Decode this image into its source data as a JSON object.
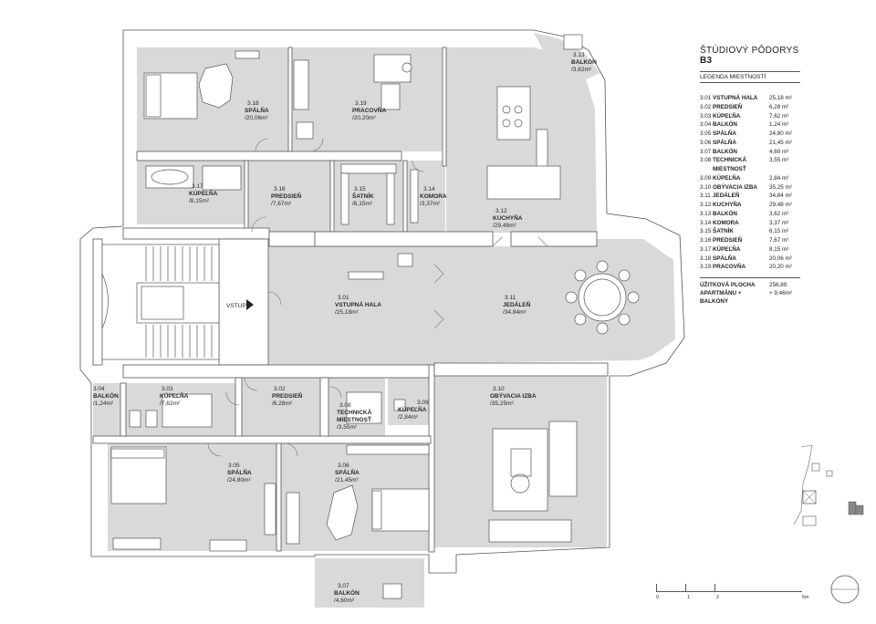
{
  "legend": {
    "title_prefix": "ŠTÚDIOVÝ PÔDORYS",
    "title_code": "B3",
    "subtitle": "LEGENDA MIESTNOSTÍ",
    "rows": [
      {
        "num": "3.01",
        "name": "VSTUPNÁ HALA",
        "area": "25,18 m²"
      },
      {
        "num": "3.02",
        "name": "PREDSIEŇ",
        "area": "6,28 m²"
      },
      {
        "num": "3.03",
        "name": "KÚPEĽŇA",
        "area": "7,62 m²"
      },
      {
        "num": "3.04",
        "name": "BALKÓN",
        "area": "1,24 m²"
      },
      {
        "num": "3.05",
        "name": "SPÁLŇA",
        "area": "24,80 m²"
      },
      {
        "num": "3.06",
        "name": "SPÁLŇA",
        "area": "21,45 m²"
      },
      {
        "num": "3.07",
        "name": "BALKÓN",
        "area": "4,60 m²"
      },
      {
        "num": "3.08",
        "name": "TECHNICKÁ MIESTNOSŤ",
        "area": "3,55 m²"
      },
      {
        "num": "3.09",
        "name": "KÚPEĽŇA",
        "area": "2,84 m²"
      },
      {
        "num": "3.10",
        "name": "OBÝVACIA IZBA",
        "area": "35,25 m²"
      },
      {
        "num": "3.11",
        "name": "JEDÁLEŇ",
        "area": "34,84 m²"
      },
      {
        "num": "3.12",
        "name": "KUCHYŇA",
        "area": "29,48 m²"
      },
      {
        "num": "3.13",
        "name": "BALKÓN",
        "area": "3,62 m²"
      },
      {
        "num": "3.14",
        "name": "KOMORA",
        "area": "3,37 m²"
      },
      {
        "num": "3.15",
        "name": "ŠATNÍK",
        "area": "6,15 m²"
      },
      {
        "num": "3.16",
        "name": "PREDSIEŇ",
        "area": "7,67 m²"
      },
      {
        "num": "3.17",
        "name": "KÚPEĽŇA",
        "area": "8,15 m²"
      },
      {
        "num": "3.18",
        "name": "SPÁLŇA",
        "area": "20,06 m²"
      },
      {
        "num": "3.19",
        "name": "PRACOVŇA",
        "area": "20,20 m²"
      }
    ],
    "total_label_1": "ÚŽITKOVÁ PLOCHA",
    "total_label_2": "APARTMÁNU + BALKÓNY",
    "total_area_1": "256,89",
    "total_area_2": "+ 9,46m²"
  },
  "rooms": {
    "r301": {
      "num": "3.01",
      "name": "VSTUPNÁ HALA",
      "area": "/25,18m²"
    },
    "r302": {
      "num": "3.02",
      "name": "PREDSIEŇ",
      "area": "/6,28m²"
    },
    "r303": {
      "num": "3.03",
      "name": "KÚPEĽŇA",
      "area": "/7,62m²"
    },
    "r304": {
      "num": "3.04",
      "name": "BALKÓN",
      "area": "/1,24m²"
    },
    "r305": {
      "num": "3.05",
      "name": "SPÁLŇA",
      "area": "/24,80m²"
    },
    "r306": {
      "num": "3.06",
      "name": "SPÁLŇA",
      "area": "/21,45m²"
    },
    "r307": {
      "num": "3.07",
      "name": "BALKÓN",
      "area": "/4,60m²"
    },
    "r308": {
      "num": "3.08",
      "name1": "TECHNICKÁ",
      "name2": "MIESTNOSŤ",
      "area": "/3,55m²"
    },
    "r309": {
      "num": "3.09",
      "name": "KÚPEĽŇA",
      "area": "/2,84m²"
    },
    "r310": {
      "num": "3.10",
      "name": "OBÝVACIA IZBA",
      "area": "/35,25m²"
    },
    "r311": {
      "num": "3.11",
      "name": "JEDÁLEŇ",
      "area": "/34,84m²"
    },
    "r312": {
      "num": "3.12",
      "name": "KUCHYŇA",
      "area": "/29,48m²"
    },
    "r313": {
      "num": "3.13",
      "name": "BALKÓN",
      "area": "/3,62m²"
    },
    "r314": {
      "num": "3.14",
      "name": "KOMORA",
      "area": "/3,37m²"
    },
    "r315": {
      "num": "3.15",
      "name": "ŠATNÍK",
      "area": "/6,15m²"
    },
    "r316": {
      "num": "3.16",
      "name": "PREDSIEŇ",
      "area": "/7,67m²"
    },
    "r317": {
      "num": "3.17",
      "name": "KÚPEĽŇA",
      "area": "/8,15m²"
    },
    "r318": {
      "num": "3.18",
      "name": "SPÁLŇA",
      "area": "/20,06m²"
    },
    "r319": {
      "num": "3.19",
      "name": "PRACOVŇA",
      "area": "/20,20m²"
    }
  },
  "entrance_label": "VSTUP",
  "scale": {
    "labels": [
      "0",
      "1",
      "2",
      "5m"
    ]
  }
}
